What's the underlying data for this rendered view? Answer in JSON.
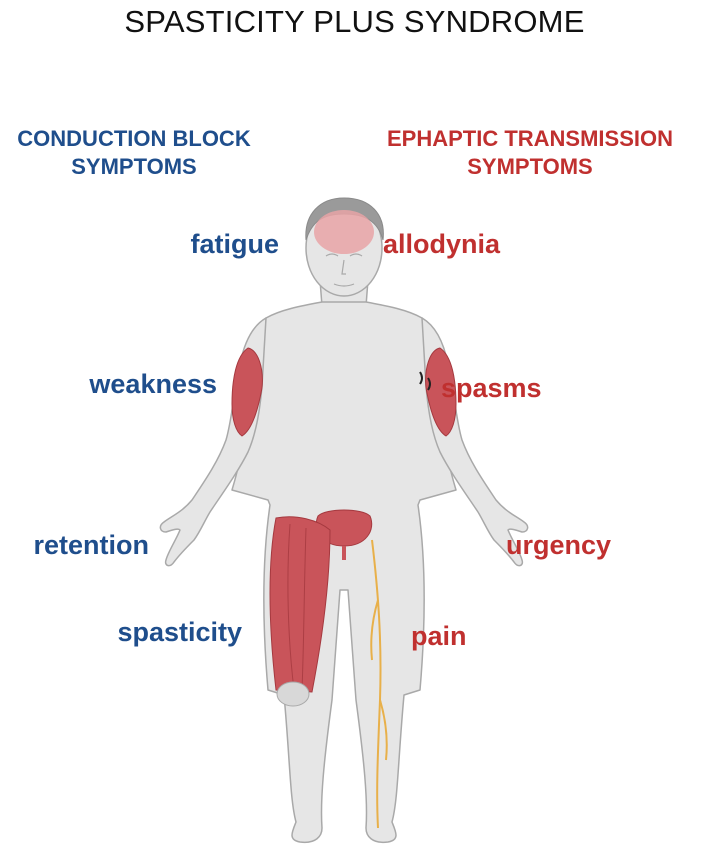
{
  "title": "SPASTICITY PLUS SYNDROME",
  "colors": {
    "conduction": "#1f4e8c",
    "ephaptic": "#c0302f",
    "skin": "#e6e6e6",
    "skin_stroke": "#a9a9a9",
    "muscle": "#c9545a",
    "nerve": "#e8b04a",
    "hair": "#9a9a9a"
  },
  "columns": {
    "conduction_block": {
      "heading_line1": "CONDUCTION BLOCK",
      "heading_line2": "SYMPTOMS",
      "items": [
        "fatigue",
        "weakness",
        "retention",
        "spasticity"
      ]
    },
    "ephaptic_transmission": {
      "heading_line1": "EPHAPTIC TRANSMISSION",
      "heading_line2": "SYMPTOMS",
      "items": [
        "allodynia",
        "spasms",
        "urgency",
        "pain"
      ]
    }
  }
}
